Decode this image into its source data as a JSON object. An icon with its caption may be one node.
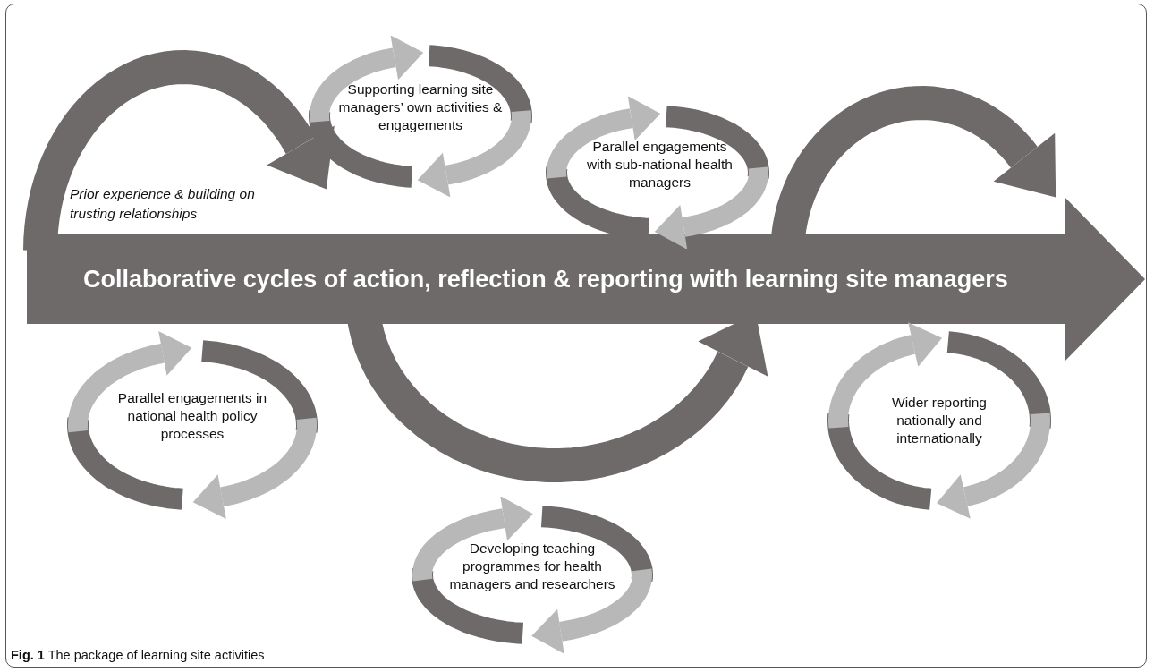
{
  "diagram": {
    "caption": "**Fig. 1** The package of learning site activities",
    "nodes": [
      {
        "text": [
          "Collaborative cycles of action, reflection & reporting with learning site managers"
        ]
      },
      {
        "text": [
          "Supporting learning site managers’ own activities & engagements"
        ]
      },
      {
        "text": [
          "Parallel engagements with sub-national health managers"
        ]
      },
      {
        "text": [
          "Parallel engagements in national health policy processes"
        ]
      },
      {
        "text": [
          "Developing teaching programmes for health managers and researchers"
        ]
      },
      {
        "text": [
          "Wider reporting nationally and internationally"
        ]
      }
    ],
    "labels": [
      "Prior experience & building on trusting relationships"
    ]
  }
}
